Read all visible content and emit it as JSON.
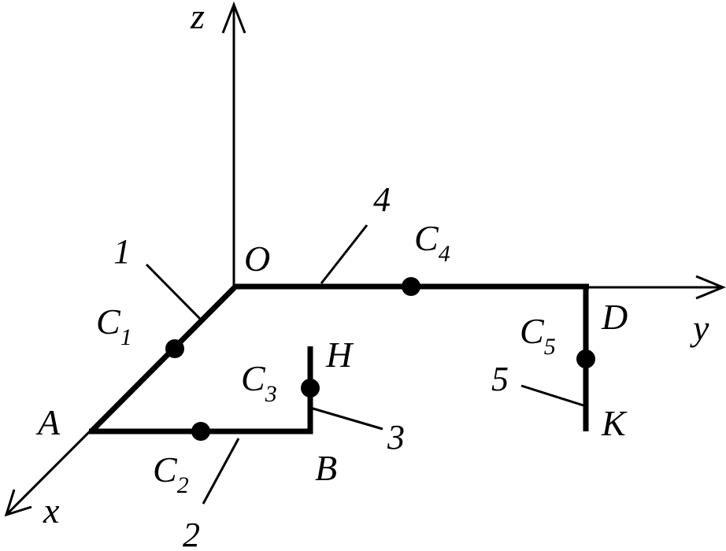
{
  "axes": {
    "x": "x",
    "y": "y",
    "z": "z"
  },
  "points": {
    "O": "O",
    "A": "A",
    "B": "B",
    "H": "H",
    "D": "D",
    "K": "K"
  },
  "centers": [
    {
      "letter": "C",
      "index": "1"
    },
    {
      "letter": "C",
      "index": "2"
    },
    {
      "letter": "C",
      "index": "3"
    },
    {
      "letter": "C",
      "index": "4"
    },
    {
      "letter": "C",
      "index": "5"
    }
  ],
  "rods": [
    "1",
    "2",
    "3",
    "4",
    "5"
  ]
}
